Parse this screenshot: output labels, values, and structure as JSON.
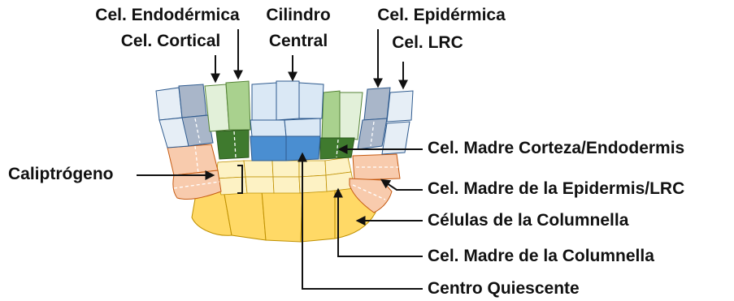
{
  "labels": {
    "endodermica": "Cel. Endodérmica",
    "cortical": "Cel. Cortical",
    "cilindro_line1": "Cilindro",
    "cilindro_line2": "Central",
    "epidermica": "Cel. Epidérmica",
    "lrc": "Cel. LRC",
    "caliptrogeno": "Caliptrógeno",
    "madre_corteza": "Cel. Madre Corteza/Endodermis",
    "madre_epidermis": "Cel. Madre de la Epidermis/LRC",
    "columnella": "Células de la Columnella",
    "madre_columnella": "Cel. Madre de la Columnella",
    "centro_quiescente": "Centro Quiescente"
  },
  "colors": {
    "epidermis_light": "#e6eef6",
    "epidermis_dark": "#a9b6c9",
    "epidermis_stroke": "#2e5a8e",
    "cortex_light": "#e2f0d9",
    "endodermis_mid": "#a9d18e",
    "green_stroke": "#548235",
    "stem_green": "#3f7a2e",
    "stele_light": "#dae8f5",
    "qc_blue": "#4a8ed1",
    "lrc_orange": "#f8cbad",
    "orange_stroke": "#c55a11",
    "columella_initial": "#fdf2c4",
    "columella": "#ffd966",
    "columella_stroke": "#bf9000",
    "arrow": "#111111"
  }
}
